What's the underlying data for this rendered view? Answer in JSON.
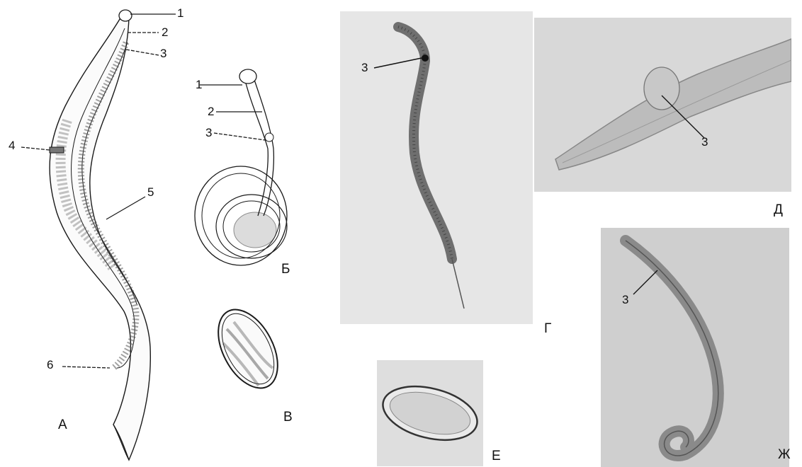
{
  "panels": {
    "a": {
      "letter": "А",
      "callouts": [
        "1",
        "2",
        "3",
        "4",
        "5",
        "6"
      ]
    },
    "b": {
      "letter": "Б",
      "callouts": [
        "1",
        "2",
        "3"
      ]
    },
    "v": {
      "letter": "В"
    },
    "g": {
      "letter": "Г",
      "callout": "3"
    },
    "d": {
      "letter": "Д",
      "callout": "3"
    },
    "e": {
      "letter": "Е"
    },
    "zh": {
      "letter": "Ж",
      "callout": "3"
    }
  },
  "colors": {
    "ink": "#1a1a1a",
    "photo_light": "#e4e4e4",
    "photo_mid": "#c8c8c8",
    "worm": "#6f6f6f"
  }
}
